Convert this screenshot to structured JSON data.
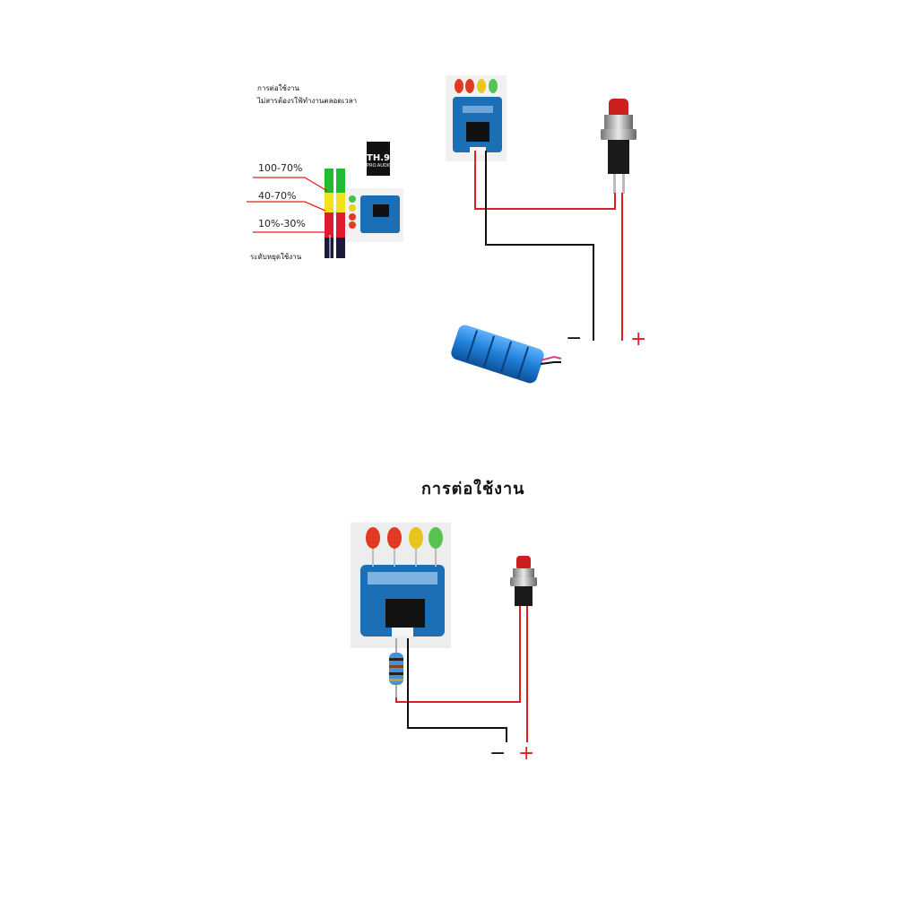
{
  "top_diagram": {
    "note_line1": "การต่อใช้งาน",
    "note_line2": "ไม่สารต้องรใฟ้ทำงานตลอดเวลา",
    "logo_text": "TH.9",
    "logo_sub": "PRO.AUDIO",
    "level_labels": [
      "100-70%",
      "40-70%",
      "10%-30%"
    ],
    "stop_label": "ระดับหยุดใช้งาน",
    "minus_sign": "−",
    "plus_sign": "+"
  },
  "bottom_diagram": {
    "title": "การต่อใช้งาน",
    "minus_sign": "−",
    "plus_sign": "+"
  },
  "colors": {
    "wire_red": "#e02020",
    "wire_black": "#111111",
    "pcb_blue": "#1d6fb5",
    "battery_blue": "#1e7fd6"
  }
}
